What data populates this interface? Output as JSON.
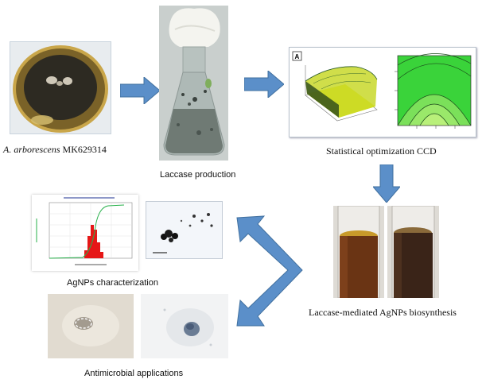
{
  "steps": {
    "fungus": {
      "species": "A. arborescens",
      "strain": "MK629314"
    },
    "production": {
      "label": "Laccase production"
    },
    "optimization": {
      "label": "Statistical optimization CCD",
      "panel_tag": "A"
    },
    "biosynthesis": {
      "label": "Laccase-mediated AgNPs biosynthesis"
    },
    "characterization": {
      "label": "AgNPs characterization"
    },
    "applications": {
      "label": "Antimicrobial applications"
    }
  },
  "colors": {
    "arrow": "#5b8fc9",
    "arrow_dark": "#41709f",
    "petri_dark": "#2d2a22",
    "contour_green": "#3ad33a",
    "surface_yellow": "#e8e60c",
    "sem_bg": "#f3f6fa",
    "histogram_red": "#e61717",
    "tube_liquid": "#5a2d12"
  }
}
